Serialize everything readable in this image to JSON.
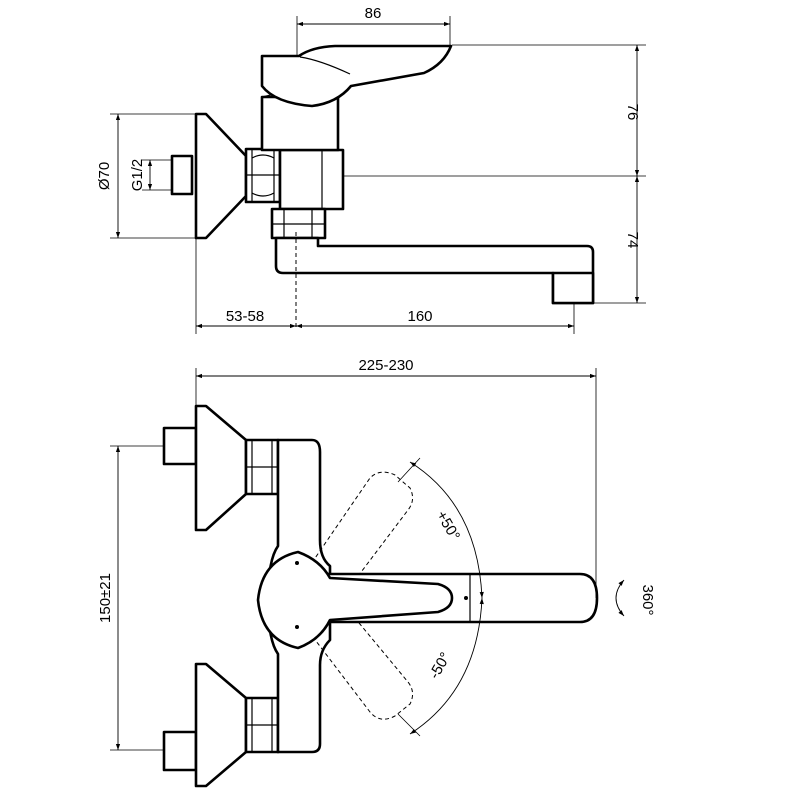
{
  "dimensions": {
    "handle_length": "86",
    "height_upper": "76",
    "height_lower": "74",
    "rosette_diameter": "Ø70",
    "thread": "G1/2",
    "wall_projection": "53-58",
    "spout_reach": "160",
    "total_depth": "225-230",
    "center_distance": "150±21",
    "lever_angle_up": "+50°",
    "lever_angle_down": "-50°",
    "spout_rotation": "360°"
  }
}
